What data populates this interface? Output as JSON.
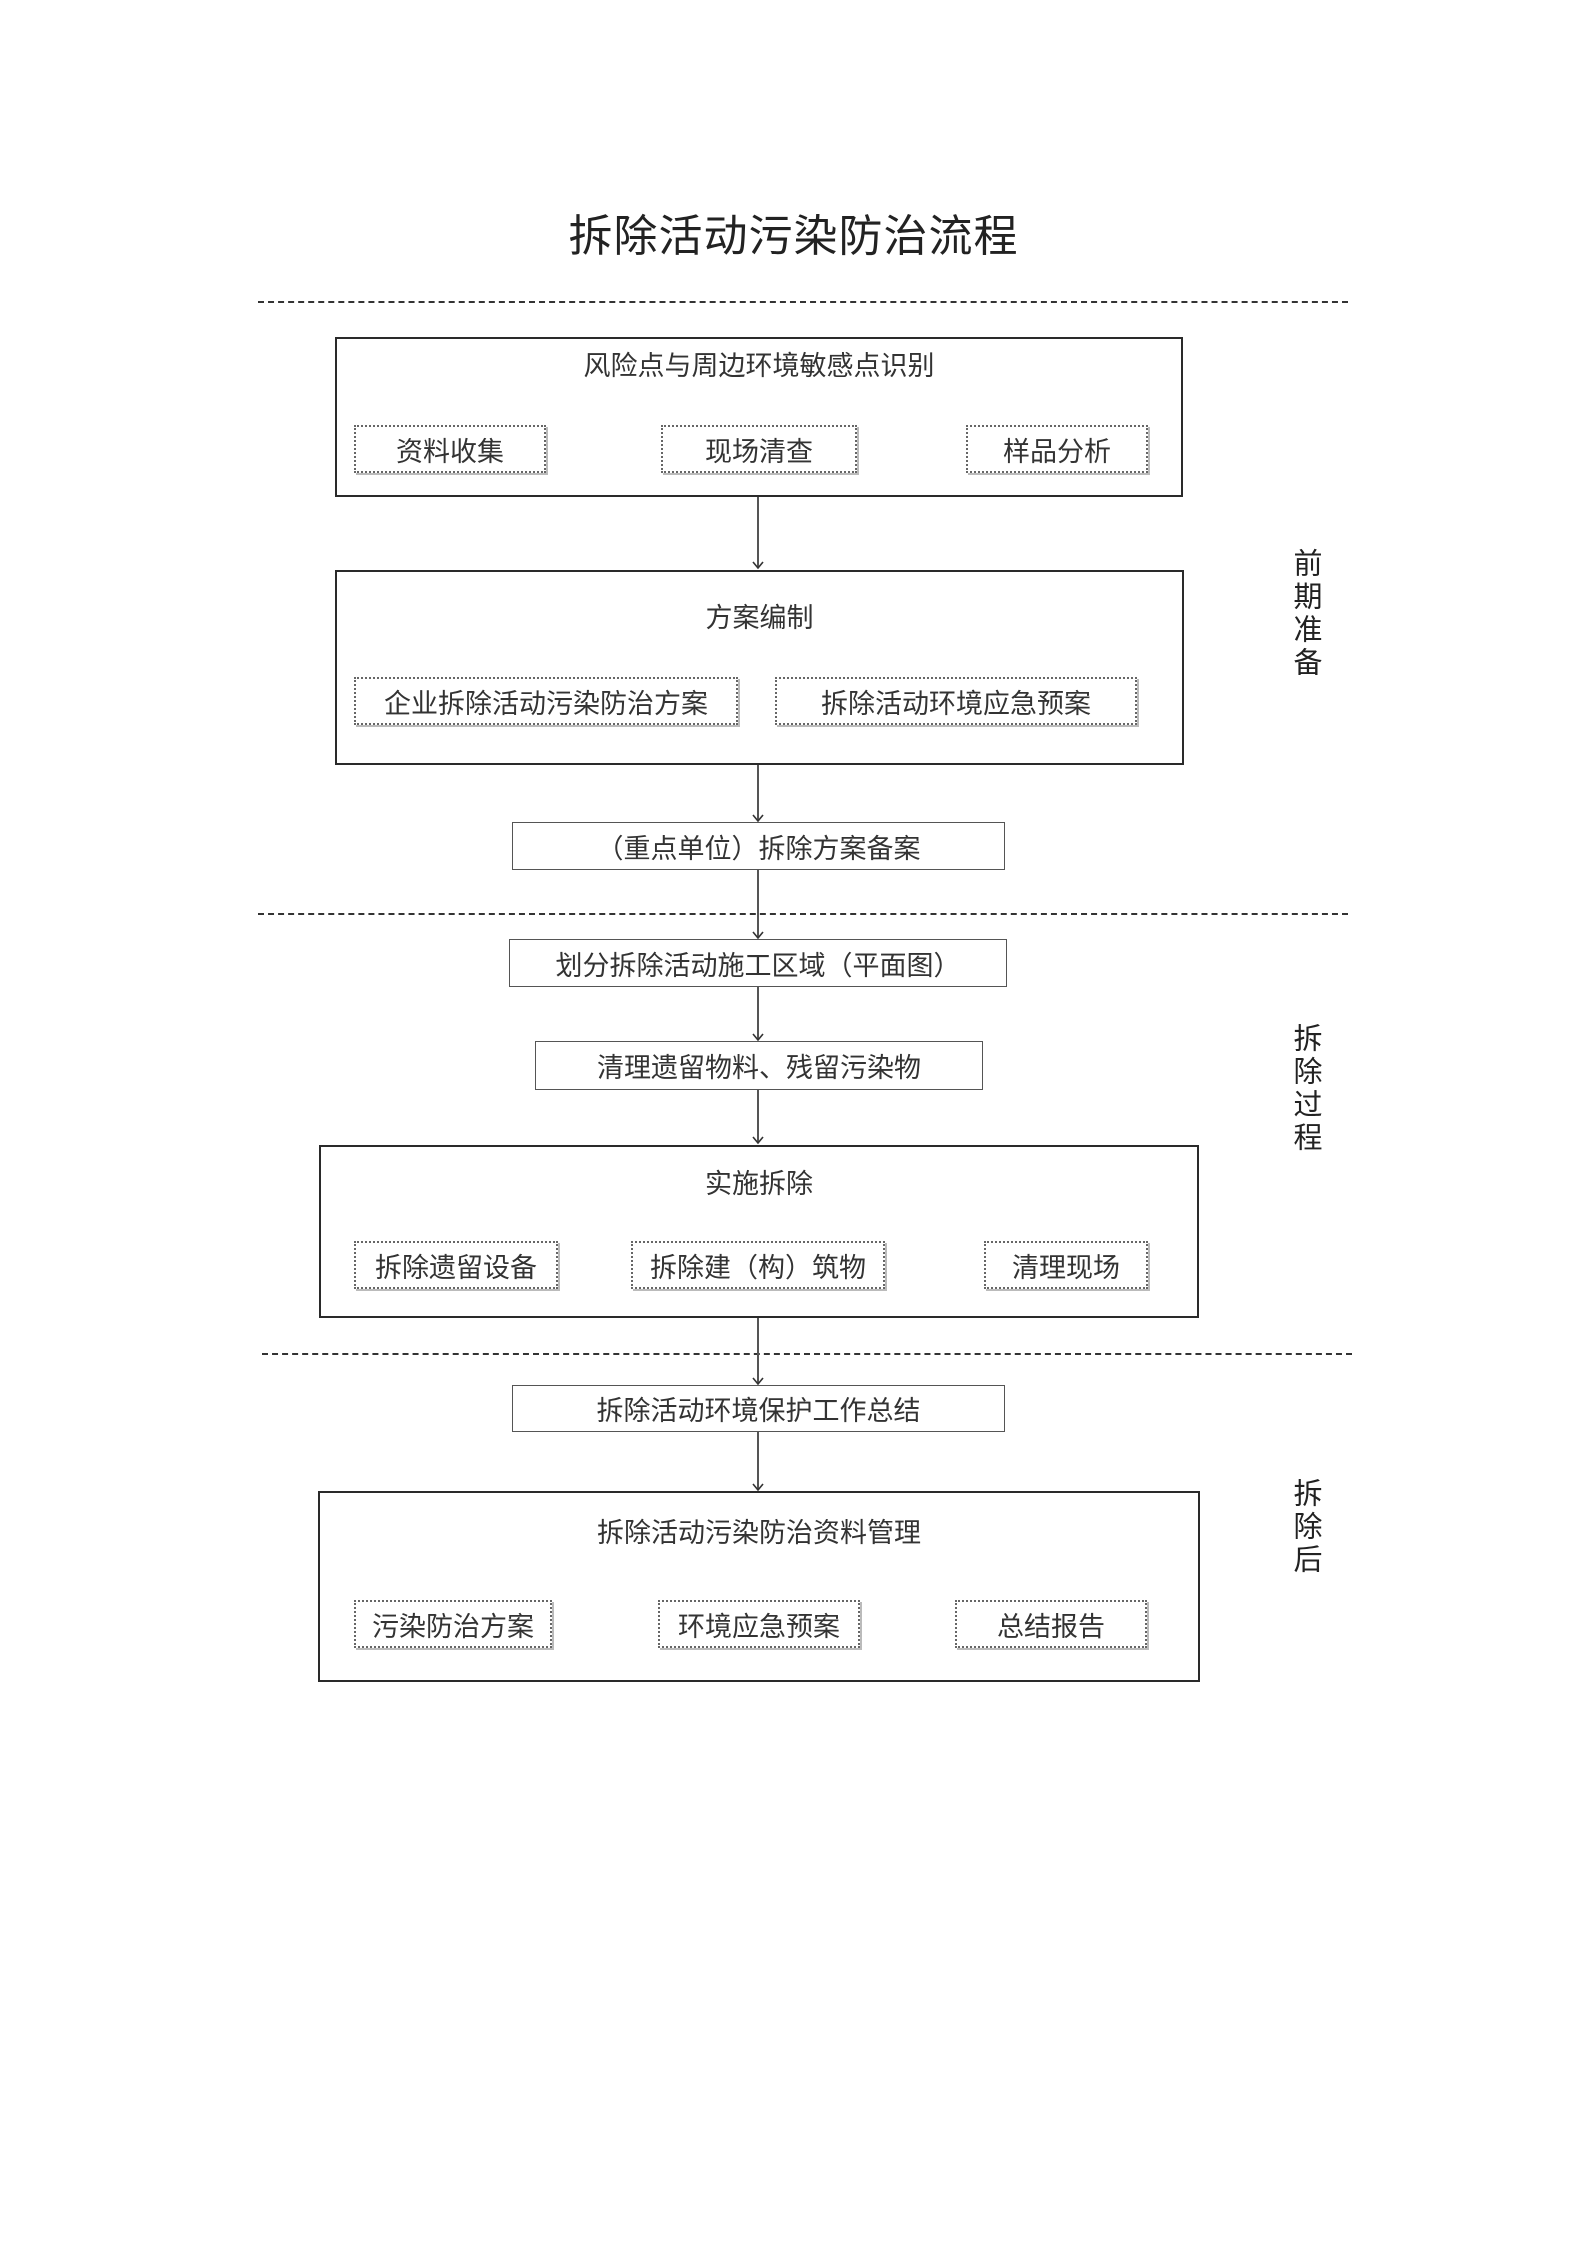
{
  "title": "拆除活动污染防治流程",
  "phases": {
    "pre": "前期准备",
    "process": "拆除过程",
    "post": "拆除后"
  },
  "identify": {
    "heading": "风险点与周边环境敏感点识别",
    "items": [
      "资料收集",
      "现场清查",
      "样品分析"
    ]
  },
  "plan": {
    "heading": "方案编制",
    "items": [
      "企业拆除活动污染防治方案",
      "拆除活动环境应急预案"
    ]
  },
  "filing": "（重点单位）拆除方案备案",
  "zoning": "划分拆除活动施工区域（平面图）",
  "cleanup": "清理遗留物料、残留污染物",
  "demolish": {
    "heading": "实施拆除",
    "items": [
      "拆除遗留设备",
      "拆除建（构）筑物",
      "清理现场"
    ]
  },
  "summary": "拆除活动环境保护工作总结",
  "archive": {
    "heading": "拆除活动污染防治资料管理",
    "items": [
      "污染防治方案",
      "环境应急预案",
      "总结报告"
    ]
  }
}
